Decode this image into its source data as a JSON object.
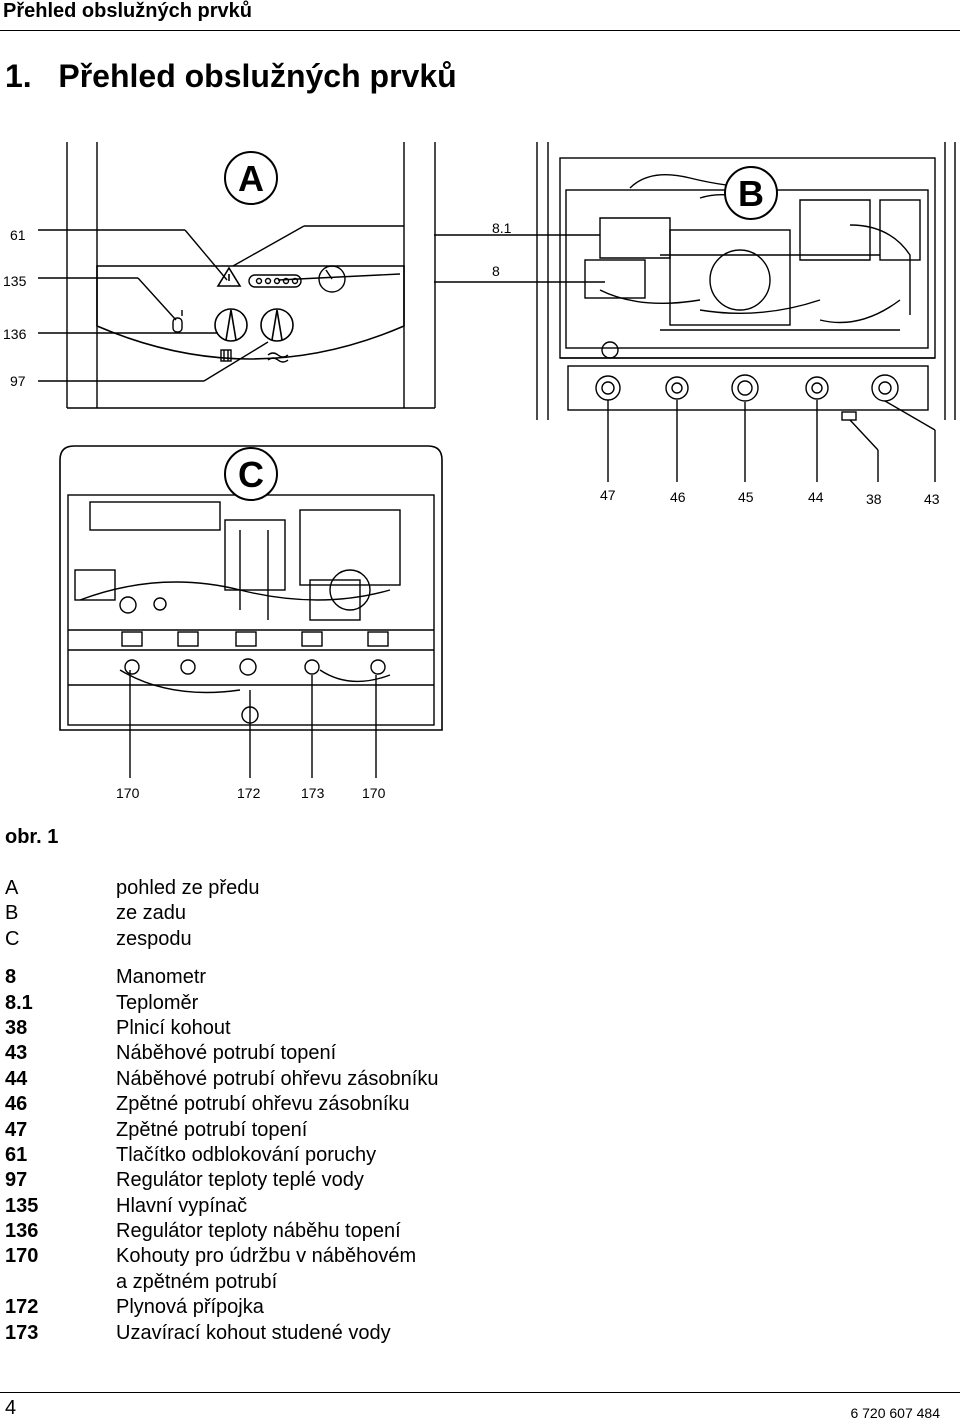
{
  "header": {
    "running_title": "Přehled obslužných prvků",
    "section_number": "1.",
    "section_title": "Přehled obslužných prvků"
  },
  "figure": {
    "view_a": {
      "letter": "A",
      "callouts_left": [
        "61",
        "135",
        "136",
        "97"
      ]
    },
    "view_b": {
      "letter": "B",
      "callouts_left": [
        "8.1",
        "8"
      ],
      "callouts_bottom": [
        "47",
        "46",
        "45",
        "44",
        "38",
        "43"
      ]
    },
    "view_c": {
      "letter": "C",
      "callouts_bottom": [
        "170",
        "172",
        "173",
        "170"
      ]
    },
    "caption": "obr. 1"
  },
  "legend": {
    "views": [
      {
        "key": "A",
        "text": "pohled ze předu"
      },
      {
        "key": "B",
        "text": "ze zadu"
      },
      {
        "key": "C",
        "text": "zespodu"
      }
    ],
    "items": [
      {
        "key": "8",
        "text": "Manometr"
      },
      {
        "key": "8.1",
        "text": "Teploměr"
      },
      {
        "key": "38",
        "text": "Plnicí kohout"
      },
      {
        "key": "43",
        "text": "Náběhové potrubí topení"
      },
      {
        "key": "44",
        "text": "Náběhové potrubí ohřevu zásobníku"
      },
      {
        "key": "46",
        "text": "Zpětné potrubí ohřevu zásobníku"
      },
      {
        "key": "47",
        "text": "Zpětné potrubí topení"
      },
      {
        "key": "61",
        "text": "Tlačítko odblokování poruchy"
      },
      {
        "key": "97",
        "text": "Regulátor teploty teplé vody"
      },
      {
        "key": "135",
        "text": "Hlavní vypínač"
      },
      {
        "key": "136",
        "text": "Regulátor teploty náběhu topení"
      },
      {
        "key": "170",
        "text": "Kohouty pro údržbu v náběhovém"
      },
      {
        "key": "",
        "text": "a zpětném potrubí"
      },
      {
        "key": "172",
        "text": "Plynová přípojka"
      },
      {
        "key": "173",
        "text": "Uzavírací kohout studené vody"
      }
    ]
  },
  "footer": {
    "page_number": "4",
    "document_number": "6 720 607 484"
  }
}
